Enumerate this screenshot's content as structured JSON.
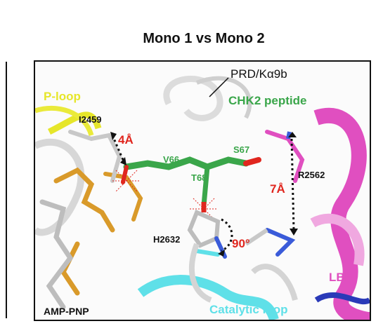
{
  "title": "Mono 1 vs Mono 2",
  "labels": {
    "prd": "PRD/Kα9b",
    "chk2": "CHK2 peptide",
    "ploop": "P-loop",
    "i2459": "I2459",
    "dist_4a": "4Å",
    "v66": "V66",
    "s67": "S67",
    "t68": "T68",
    "r2562": "R2562",
    "dist_7a": "7Å",
    "h2632": "H2632",
    "angle_90": "90°",
    "lbe": "LBE",
    "amppnp": "AMP-PNP",
    "catalytic": "Catalytic loop"
  },
  "colors": {
    "ploop": "#e6e62a",
    "chk2": "#3aa64a",
    "red_label": "#e0261e",
    "lbe": "#e04fc0",
    "catalytic": "#5fe0e8",
    "amp": "#d99a2a",
    "grey_ribbon": "#d4d4d4"
  }
}
